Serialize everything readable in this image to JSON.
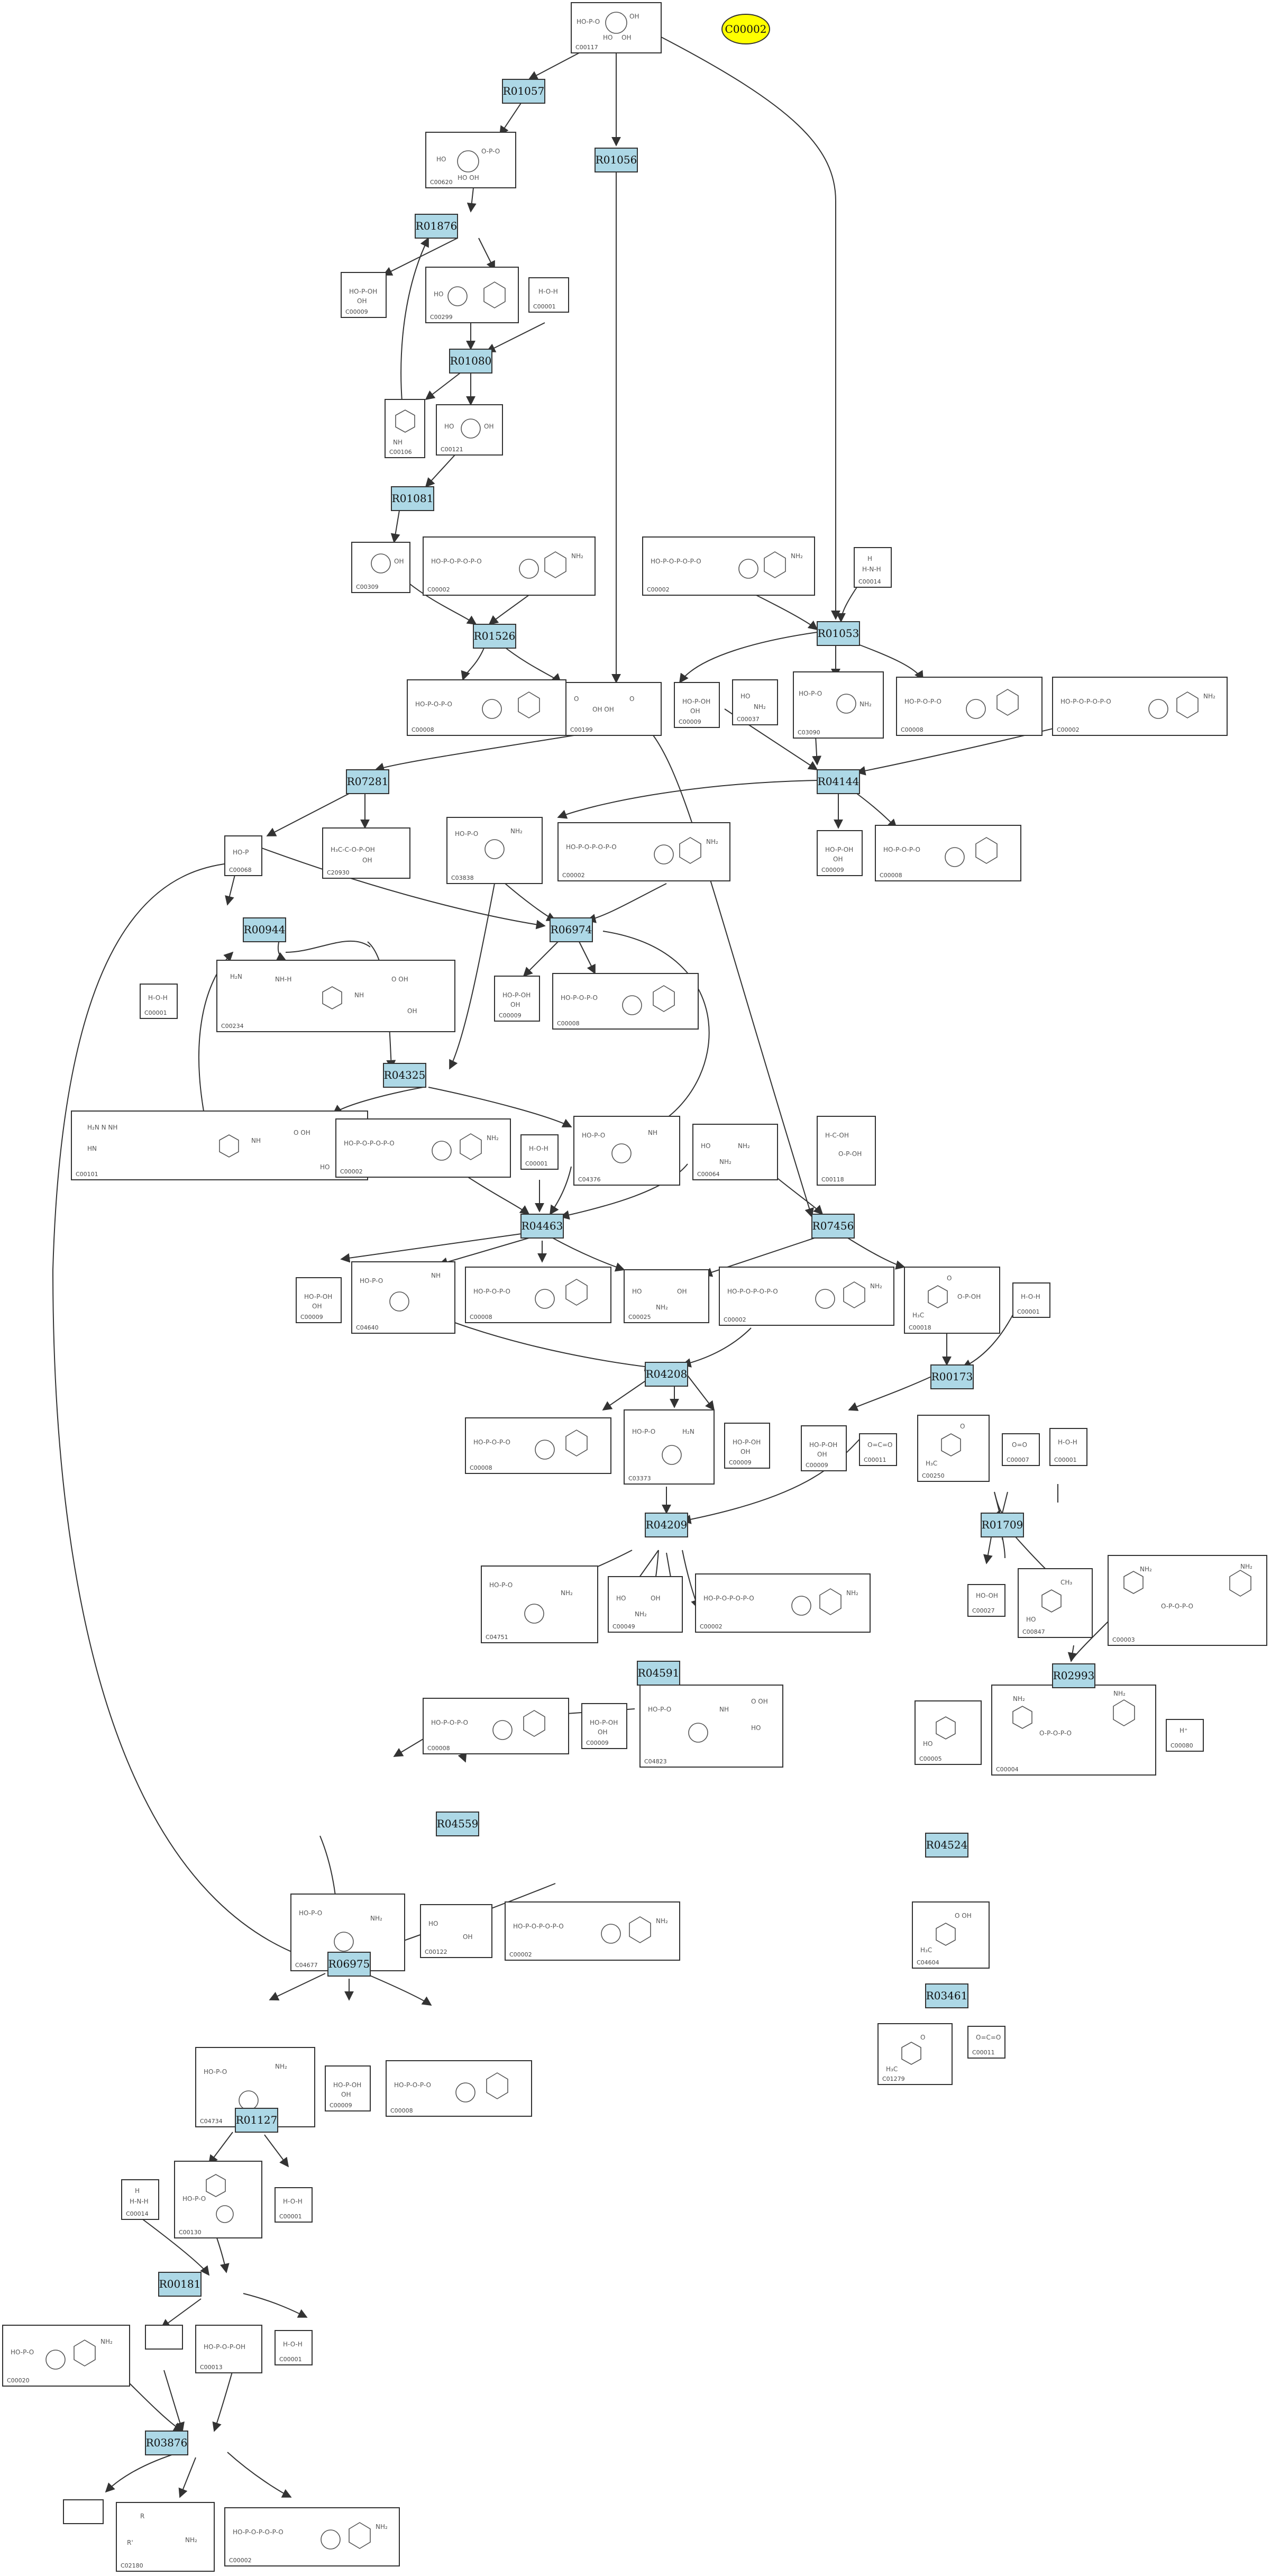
{
  "compounds": {
    "C00117": "C00117",
    "C00002a": "C00002",
    "C00620": "C00620",
    "C00009a": "C00009",
    "C00299": "C00299",
    "C00001a": "C00001",
    "C00106": "C00106",
    "C00121": "C00121",
    "C00309": "C00309",
    "C00002b": "C00002",
    "C00002c": "C00002",
    "C00014a": "C00014",
    "C00008a": "C00008",
    "C00199": "C00199",
    "C00009b": "C00009",
    "C00037": "C00037",
    "C03090": "C03090",
    "C00008b": "C00008",
    "C00002d": "C00002",
    "C20930": "C20930",
    "C00068": "C00068",
    "C03838": "C03838",
    "C00002e": "C00002",
    "C00009c": "C00009",
    "C00008c": "C00008",
    "C00001b": "C00001",
    "C00234": "C00234",
    "C00009d": "C00009",
    "C00008d": "C00008",
    "C00101": "C00101",
    "C00002f": "C00002",
    "C00001c": "C00001",
    "C04376": "C04376",
    "C00064": "C00064",
    "C00118": "C00118",
    "C00009e": "C00009",
    "C04640": "C04640",
    "C00008e": "C00008",
    "C00025": "C00025",
    "C00002g": "C00002",
    "C00018": "C00018",
    "C00001d": "C00001",
    "C00008f": "C00008",
    "C03373": "C03373",
    "C00009f": "C00009",
    "C00009g": "C00009",
    "C00011a": "C00011",
    "C00250": "C00250",
    "C00007": "C00007",
    "C00001e": "C00001",
    "C04751": "C04751",
    "C00049": "C00049",
    "C00002h": "C00002",
    "C00027": "C00027",
    "C00847": "C00847",
    "C00003": "C00003",
    "C00008g": "C00008",
    "C00009h": "C00009",
    "C04823": "C04823",
    "C00080": "C00080",
    "C00005": "C00005",
    "C00004": "C00004",
    "C04677": "C04677",
    "C00122": "C00122",
    "C00002i": "C00002",
    "C04604": "C04604",
    "C04734": "C04734",
    "C00009i": "C00009",
    "C00008h": "C00008",
    "C01279": "C01279",
    "C00011b": "C00011",
    "C00014b": "C00014",
    "C00130": "C00130",
    "C00001f": "C00001",
    "C00020": "C00020",
    "C00013": "C00013",
    "C00001g": "C00001",
    "C02180": "C02180",
    "C00002j": "C00002"
  },
  "reactions": {
    "R01057": "R01057",
    "R01056": "R01056",
    "R01876": "R01876",
    "R01080": "R01080",
    "R01081": "R01081",
    "R01053": "R01053",
    "R01526": "R01526",
    "R07281": "R07281",
    "R04144": "R04144",
    "R00944": "R00944",
    "R06974": "R06974",
    "R04325": "R04325",
    "R04463": "R04463",
    "R07456": "R07456",
    "R04208": "R04208",
    "R00173": "R00173",
    "R04209": "R04209",
    "R01709": "R01709",
    "R04591": "R04591",
    "R02993": "R02993",
    "R04559": "R04559",
    "R04524": "R04524",
    "R06975": "R06975",
    "R03461": "R03461",
    "R01127": "R01127",
    "R00181": "R00181",
    "R03876": "R03876"
  },
  "map_node": "C00002",
  "colors": {
    "reaction_fill": "#add8e6",
    "map_fill": "#ffff00",
    "edge": "#333333"
  }
}
